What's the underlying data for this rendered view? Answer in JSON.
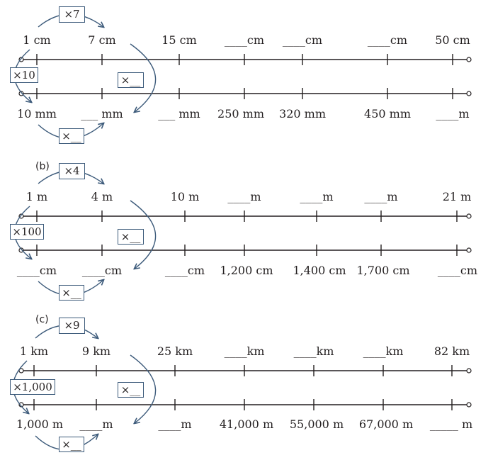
{
  "colors": {
    "line": "#231f20",
    "arrow": "#3c5a7a"
  },
  "parts": [
    {
      "part_label": "",
      "top_labels": [
        "1 cm",
        "7 cm",
        "15 cm",
        "____cm",
        "____cm",
        "____cm",
        "50 cm"
      ],
      "bottom_labels": [
        "10 mm",
        "___ mm",
        "___ mm",
        "250 mm",
        "320 mm",
        "450 mm",
        "____m"
      ],
      "top_multiplier": "×7",
      "conversion_factor": "×10",
      "reverse_factor": "×__",
      "bottom_multiplier": "×__"
    },
    {
      "part_label": "(b)",
      "top_labels": [
        "1 m",
        "4 m",
        "10 m",
        "____m",
        "____m",
        "____m",
        "21 m"
      ],
      "bottom_labels": [
        "____cm",
        "____cm",
        "____cm",
        "1,200 cm",
        "1,400 cm",
        "1,700 cm",
        "____cm"
      ],
      "top_multiplier": "×4",
      "conversion_factor": "×100",
      "reverse_factor": "×__",
      "bottom_multiplier": "×__"
    },
    {
      "part_label": "(c)",
      "top_labels": [
        "1 km",
        "9 km",
        "25 km",
        "____km",
        "____km",
        "____km",
        "82 km"
      ],
      "bottom_labels": [
        "1,000 m",
        "____m",
        "____m",
        "41,000 m",
        "55,000 m",
        "67,000 m",
        "_____ m"
      ],
      "top_multiplier": "×9",
      "conversion_factor": "×1,000",
      "reverse_factor": "×__",
      "bottom_multiplier": "×__"
    }
  ]
}
